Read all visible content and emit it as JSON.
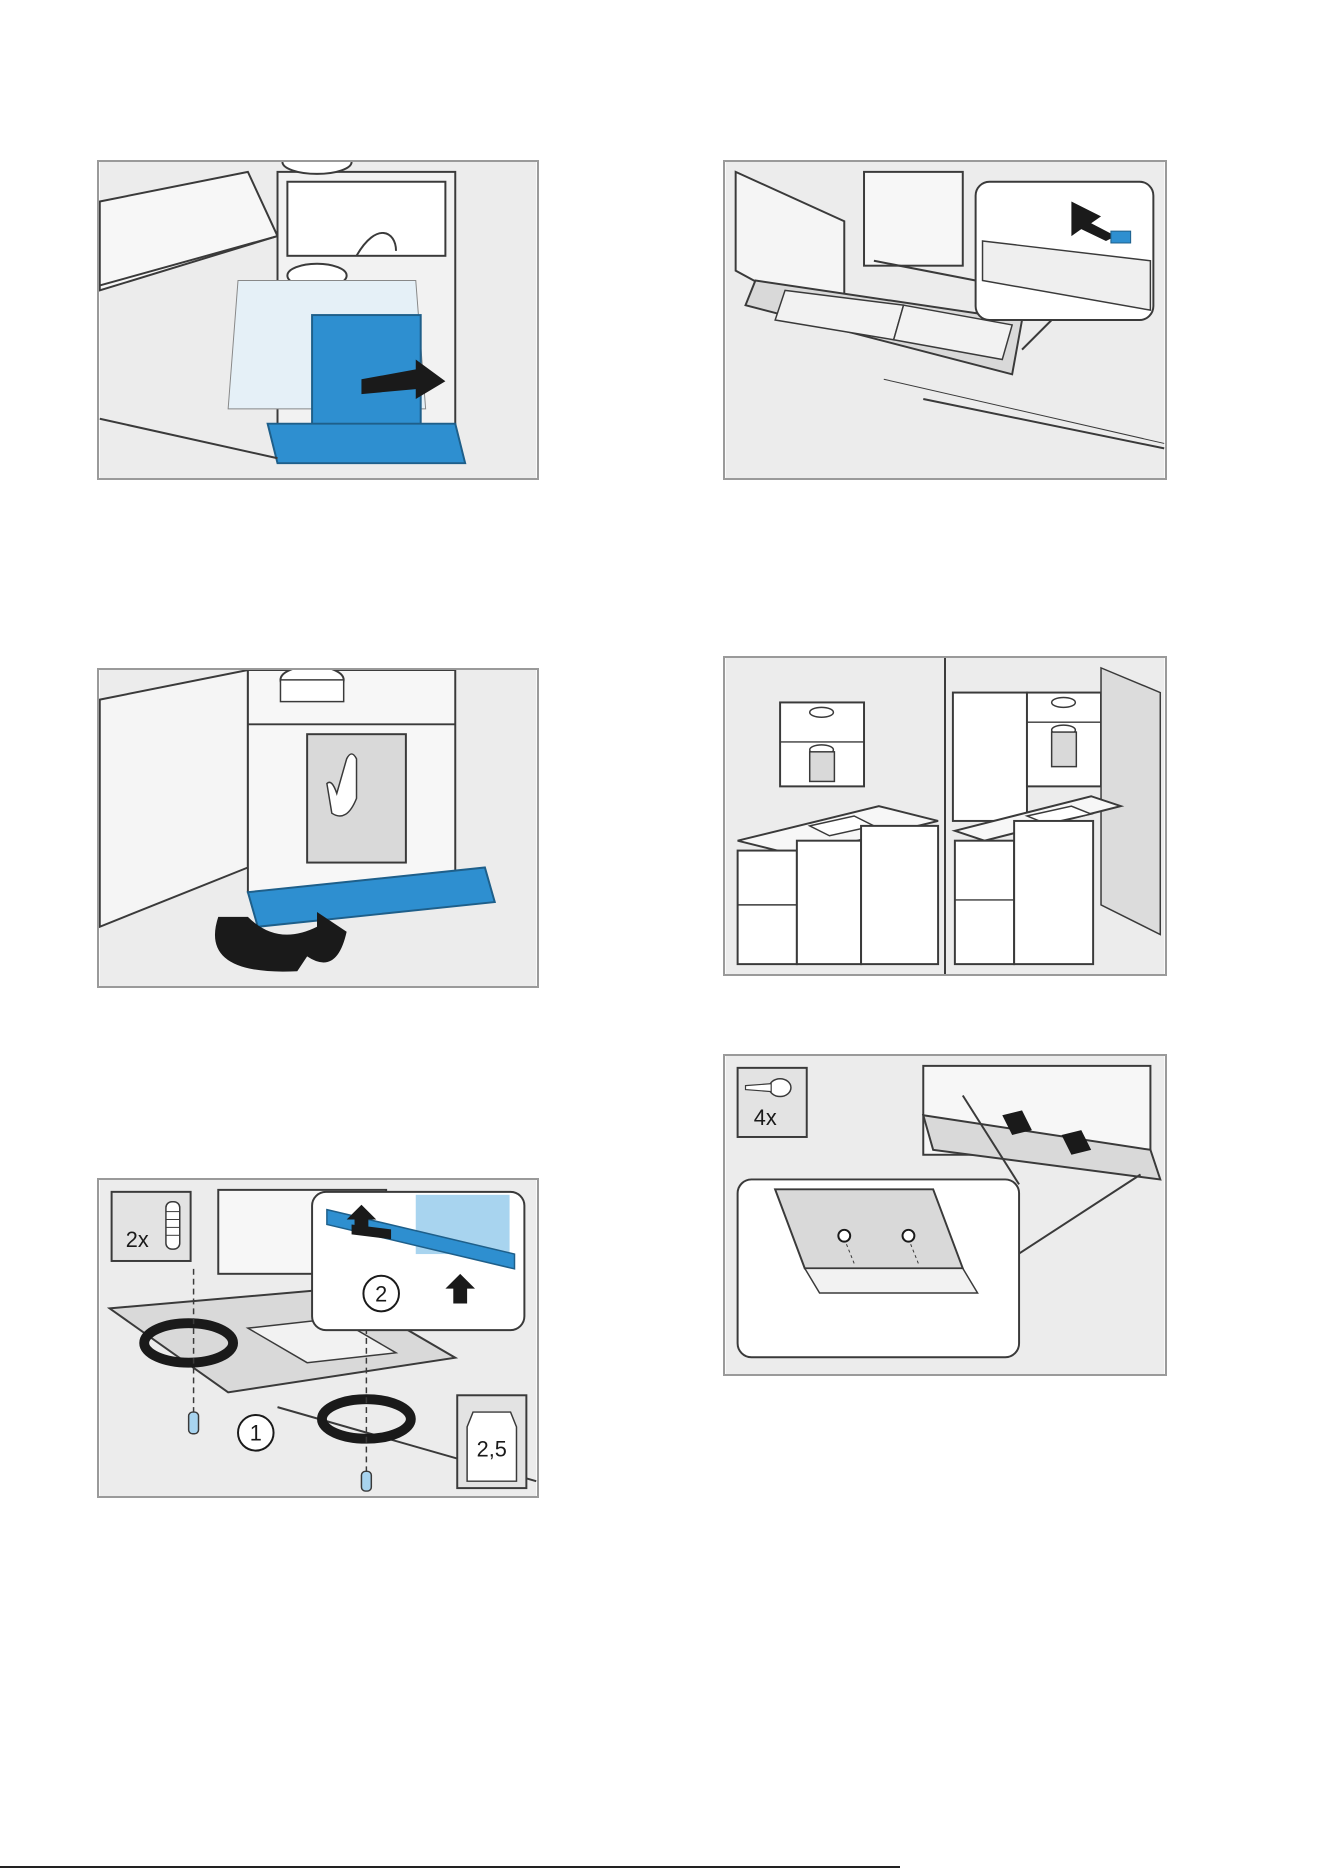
{
  "figures": {
    "fig5": {
      "qty_label": "2x",
      "step1": "1",
      "step2": "2",
      "tool_size": "2,5"
    },
    "fig6": {
      "qty_label": "4x"
    }
  },
  "colors": {
    "accent_blue": "#2e8fd0",
    "light_blue": "#a8d4ef",
    "gray_panel": "#d9d9d9",
    "line": "#3a3a3a"
  }
}
